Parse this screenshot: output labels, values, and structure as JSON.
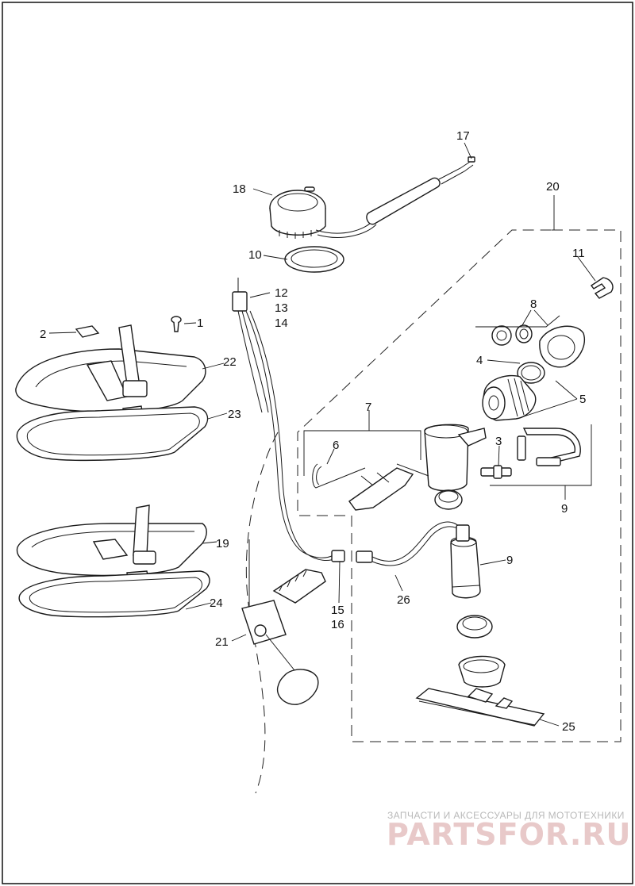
{
  "diagram": {
    "callouts": [
      "1",
      "2",
      "3",
      "4",
      "5",
      "6",
      "7",
      "8",
      "9",
      "9",
      "10",
      "11",
      "12",
      "13",
      "14",
      "15",
      "16",
      "17",
      "18",
      "19",
      "20",
      "21",
      "22",
      "23",
      "24",
      "25",
      "26"
    ]
  },
  "watermark": {
    "line1": "ЗАПЧАСТИ И АКСЕССУАРЫ ДЛЯ МОТОТЕХНИКИ",
    "line2": "PARTSFOR.RU"
  }
}
